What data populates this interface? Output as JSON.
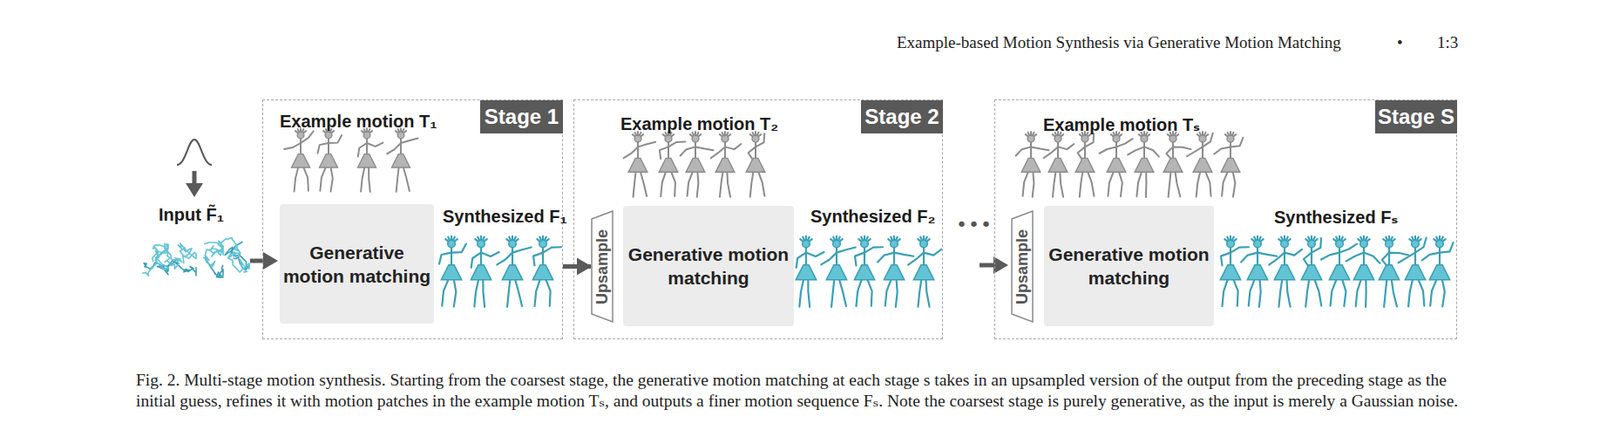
{
  "diagram": {
    "caption": "Fig. 2. Multi-stage motion synthesis. Starting from the coarsest stage, the generative motion matching at each stage s takes in an upsampled version of the output from the preceding stage as the initial guess, refines it with motion patches in the example motion Tₛ, and outputs a finer motion sequence Fₛ. Note the coarsest stage is purely generative, as the input is merely a Gaussian noise.",
    "nodes": [
      {
        "text": [
          "Example motion T₁",
          "Synthesized F₁"
        ]
      },
      {
        "text": [
          "Stage 1"
        ],
        "in": 0
      },
      {
        "text": [
          "Generative motion matching"
        ],
        "in": 0
      },
      {
        "text": [
          "Example motion T₂",
          "Synthesized F₂"
        ]
      },
      {
        "text": [
          "Stage 2"
        ],
        "in": 3
      },
      {
        "text": [
          "Upsample"
        ],
        "in": 3
      },
      {
        "text": [
          "Generative motion matching"
        ],
        "in": 3
      },
      {
        "text": [
          "Example motion Tₛ",
          "Synthesized Fₛ"
        ]
      },
      {
        "text": [
          "Stage S"
        ],
        "in": 7
      },
      {
        "text": [
          "Upsample"
        ],
        "in": 7
      },
      {
        "text": [
          "Generative motion matching"
        ],
        "in": 7
      }
    ],
    "edges": [
      {
        "from": 0,
        "to": 5,
        "arrow": "to"
      }
    ],
    "labels": [
      "Example-based Motion Synthesis via Generative Motion Matching",
      "•",
      "1:3",
      "Input F̃₁",
      "•••"
    ]
  }
}
